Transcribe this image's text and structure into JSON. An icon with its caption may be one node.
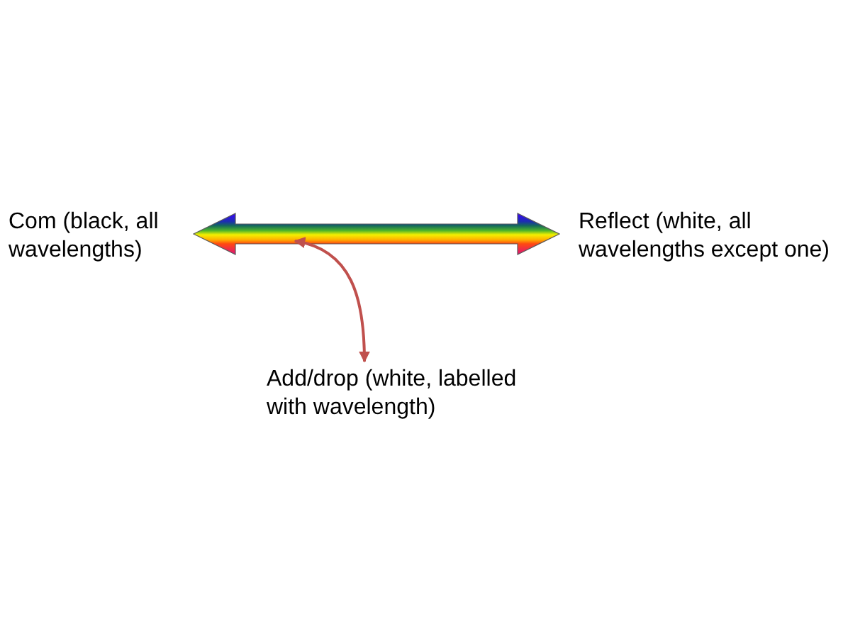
{
  "diagram": {
    "nodes": [
      {
        "text": [
          "Com (black, all wavelengths)"
        ]
      },
      {
        "text": [],
        "shape": "arrow"
      },
      {
        "text": [
          "Reflect (white, all wavelengths except one)"
        ]
      },
      {
        "text": [
          "Add/drop (white, labelled with wavelength)"
        ]
      }
    ],
    "edges": [
      {
        "from": 1,
        "to": 3,
        "arrow": "both"
      }
    ]
  }
}
